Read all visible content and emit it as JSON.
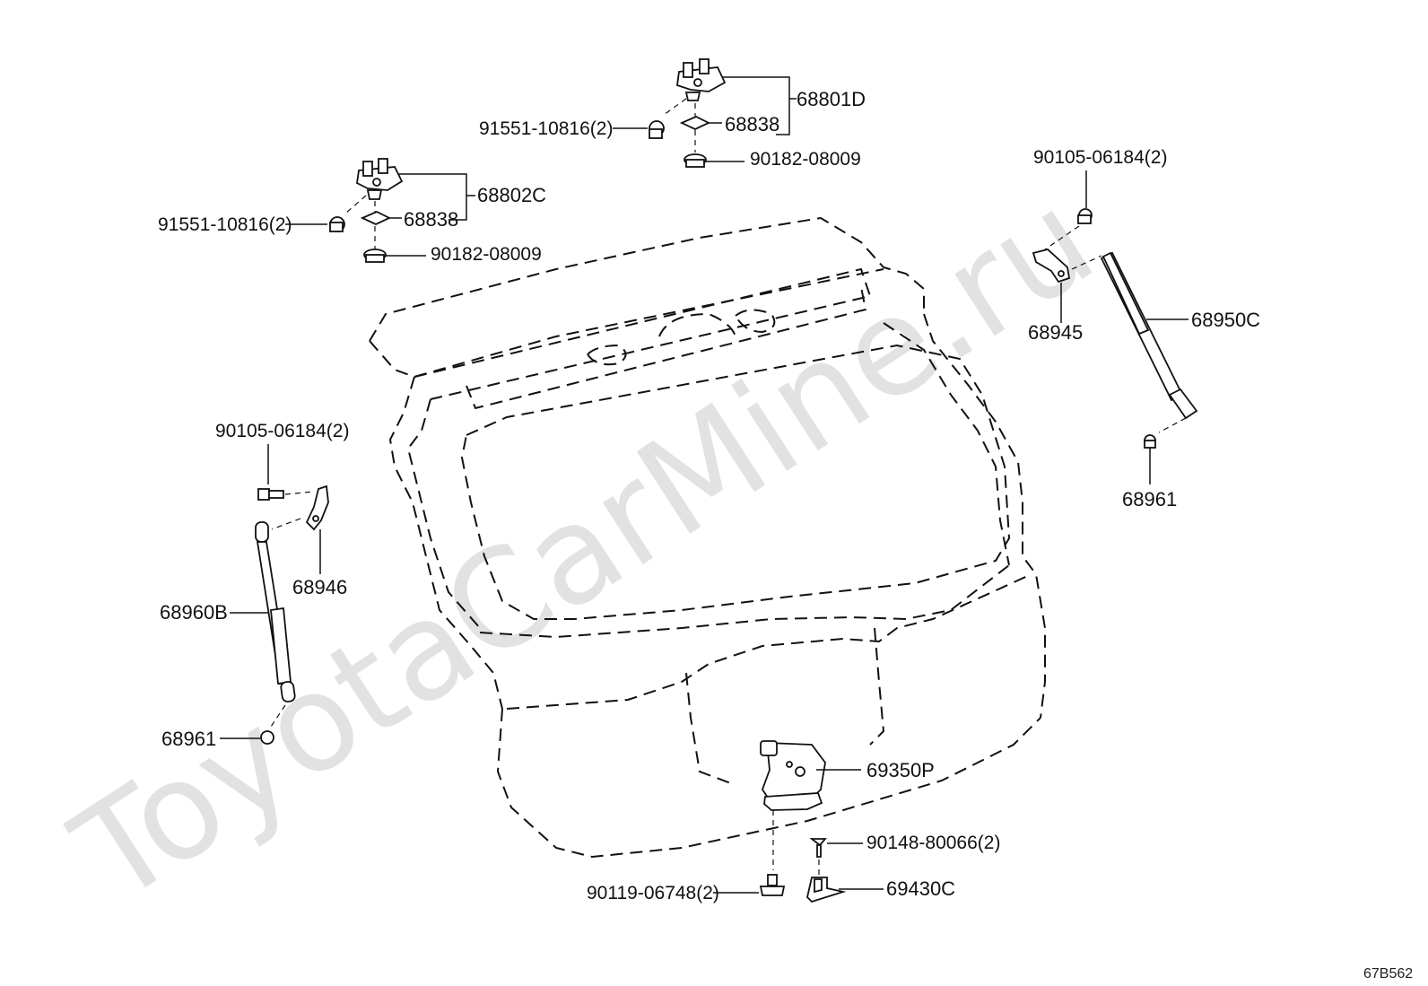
{
  "watermark": "ToyotaCarMine.ru",
  "diagram_code": "67B562",
  "labels": {
    "p68801D": "68801D",
    "p68838_top": "68838",
    "p91551_top": "91551-10816(2)",
    "p90182_top": "90182-08009",
    "p68802C": "68802C",
    "p68838_left": "68838",
    "p91551_left": "91551-10816(2)",
    "p90182_left": "90182-08009",
    "p90105_right": "90105-06184(2)",
    "p68945": "68945",
    "p68950C": "68950C",
    "p68961_right": "68961",
    "p90105_left": "90105-06184(2)",
    "p68946": "68946",
    "p68960B": "68960B",
    "p68961_left": "68961",
    "p69350P": "69350P",
    "p90148": "90148-80066(2)",
    "p90119": "90119-06748(2)",
    "p69430C": "69430C"
  }
}
